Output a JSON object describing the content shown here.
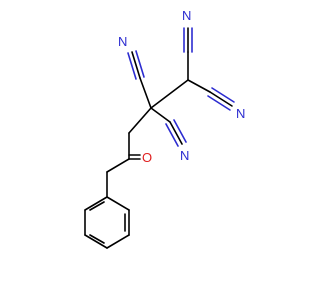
{
  "molecule": {
    "atoms": {
      "n1": "N",
      "n2": "N",
      "n3": "N",
      "n4": "N",
      "o1": "O"
    },
    "colors": {
      "bond": "#000000",
      "nitrogen": "#2c2cd0",
      "oxygen": "#e02020"
    }
  }
}
